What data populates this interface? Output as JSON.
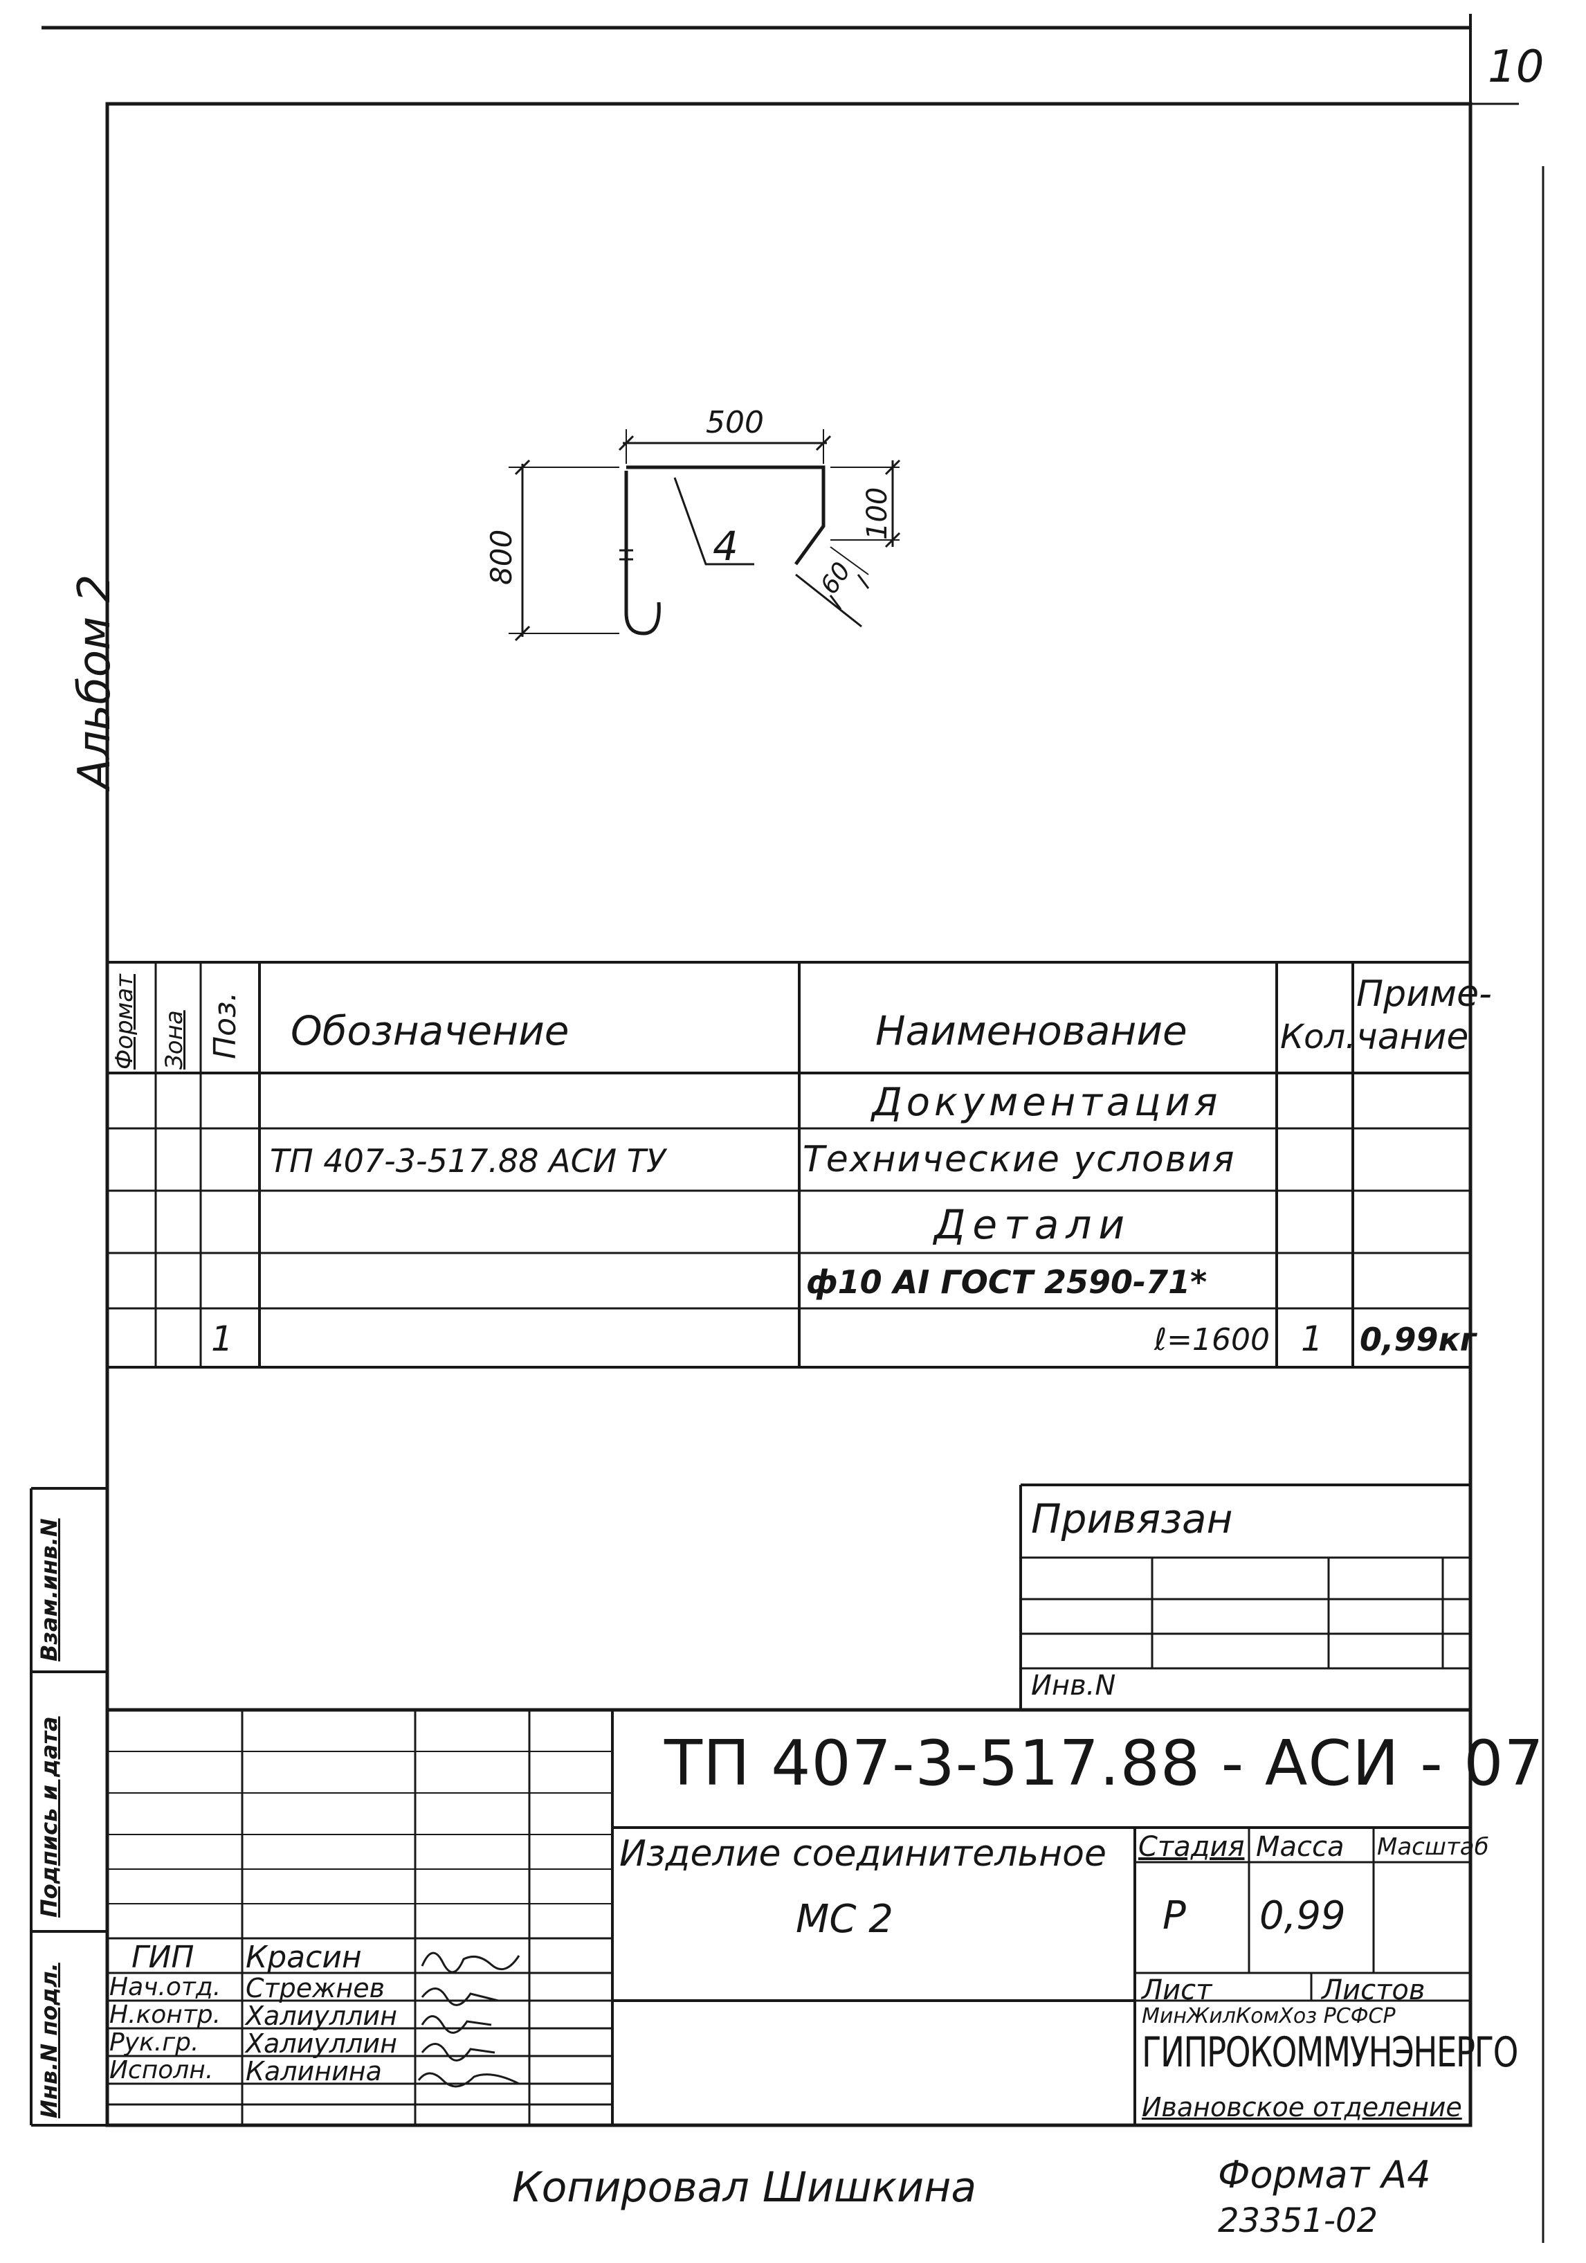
{
  "sheet": {
    "page_number": "10",
    "album": "Альбом 2"
  },
  "drawing": {
    "dim_width": "500",
    "dim_height": "800",
    "dim_hook": "100",
    "dim_bend": "60",
    "position_mark": "4"
  },
  "spec": {
    "headers": {
      "format": "Формат",
      "zone": "Зона",
      "pos": "Поз.",
      "designation": "Обозначение",
      "name": "Наименование",
      "qty": "Кол.",
      "note_line1": "Приме-",
      "note_line2": "чание"
    },
    "rows": [
      {
        "pos": "",
        "designation": "",
        "name": "Документация",
        "qty": "",
        "note": ""
      },
      {
        "pos": "",
        "designation": "ТП 407-3-517.88     АСИ ТУ",
        "name": "Технические условия",
        "qty": "",
        "note": ""
      },
      {
        "pos": "",
        "designation": "",
        "name": "Детали",
        "qty": "",
        "note": ""
      },
      {
        "pos": "",
        "designation": "",
        "name": "ф10 AI  ГОСТ 2590-71*",
        "qty": "",
        "note": ""
      },
      {
        "pos": "1",
        "designation": "",
        "name": "ℓ=1600",
        "qty": "1",
        "note": "0,99кг"
      }
    ]
  },
  "binding": {
    "title": "Привязан",
    "inv": "Инв.N"
  },
  "side_labels": {
    "inv_podl": "Инв.N подл.",
    "podp_data": "Подпись и дата",
    "vzam": "Взам.инв.N"
  },
  "title_block": {
    "code": "ТП 407-3-517.88 - АСИ - 07",
    "name_line1": "Изделие соединительное",
    "name_line2": "МС 2",
    "stage_label": "Стадия",
    "mass_label": "Масса",
    "scale_label": "Масштаб",
    "stage_value": "Р",
    "mass_value": "0,99",
    "sheet_label": "Лист",
    "sheets_label": "Листов",
    "org_line1": "МинЖилКомХоз РСФСР",
    "org_line2": "ГИПРОКОММУНЭНЕРГО",
    "org_line3": "Ивановское отделение",
    "staff": [
      {
        "role": "ГИП",
        "name": "Красин"
      },
      {
        "role": "Нач.отд.",
        "name": "Стрежнев"
      },
      {
        "role": "Н.контр.",
        "name": "Халиуллин"
      },
      {
        "role": "Рук.гр.",
        "name": "Халиуллин"
      },
      {
        "role": "Исполн.",
        "name": "Калинина"
      }
    ]
  },
  "footer": {
    "copied": "Копировал Шишкина",
    "format": "Формат А4",
    "number": "23351-02"
  }
}
